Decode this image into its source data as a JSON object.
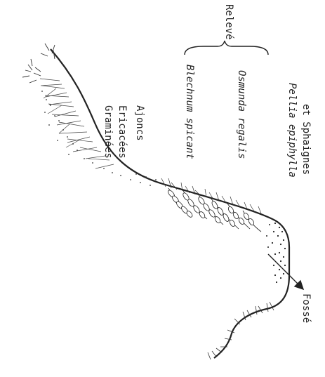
{
  "labels": {
    "graminees": "Graminées",
    "ericacees": "Ericacées",
    "ajoncs": "Ajoncs",
    "blechnum": "Blechnum spicant",
    "osmunda": "Osmunda regalis",
    "releve": "Relevé",
    "pellia": "Pellia epiphylla",
    "sphaignes": "et Sphaignes",
    "fosse": "Fossé"
  },
  "colors": {
    "ink": "#222222",
    "paper": "#ffffff"
  }
}
